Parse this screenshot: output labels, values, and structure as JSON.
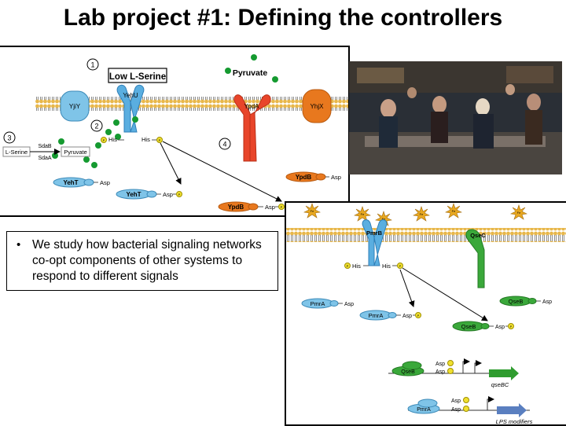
{
  "slide": {
    "title": "Lab project #1: Defining the controllers",
    "bullet": "We study how bacterial signaling networks co-opt components of other systems to respond to different signals"
  },
  "panel1": {
    "numbers": [
      "1",
      "2",
      "3",
      "4"
    ],
    "signal_label": "Low L-Serine",
    "pyruvate": "Pyruvate",
    "proteins": {
      "yjiy": "YjiY",
      "yehu": "YehU",
      "ypda": "YpdA",
      "yhjx": "YhjX",
      "yeht_a": "YehT",
      "yeht_b": "YehT",
      "ypdb_a": "YpdB",
      "ypdb_b": "YpdB"
    },
    "pathway": {
      "lserine": "L-Serine",
      "sdab": "SdaB",
      "sdaa": "SdaA",
      "pyruvate": "Pyruvate"
    },
    "residues": {
      "his": "His",
      "asp": "Asp",
      "p": "P"
    }
  },
  "panel2": {
    "proteins": {
      "pmrb": "PmrB",
      "qsec": "QseC",
      "pmra_a": "PmrA",
      "pmra_b": "PmrA",
      "pmra_c": "PmrA",
      "qseb_a": "QseB",
      "qseb_b": "QseB",
      "qseb_c": "QseB"
    },
    "ion": "Fe",
    "genes": {
      "qsebc": "qseBC",
      "lps": "LPS modifiers"
    },
    "residues": {
      "his": "His",
      "asp": "Asp",
      "p": "P"
    }
  },
  "colors": {
    "membrane": "#e8b74a",
    "blue_protein": "#5aaee0",
    "red_protein": "#e8452a",
    "orange_protein": "#e8781e",
    "green_protein": "#3aa83a",
    "phosphate": "#f0e030",
    "arrow_blue": "#5a7fc0",
    "arrow_green": "#2f9c2f"
  }
}
